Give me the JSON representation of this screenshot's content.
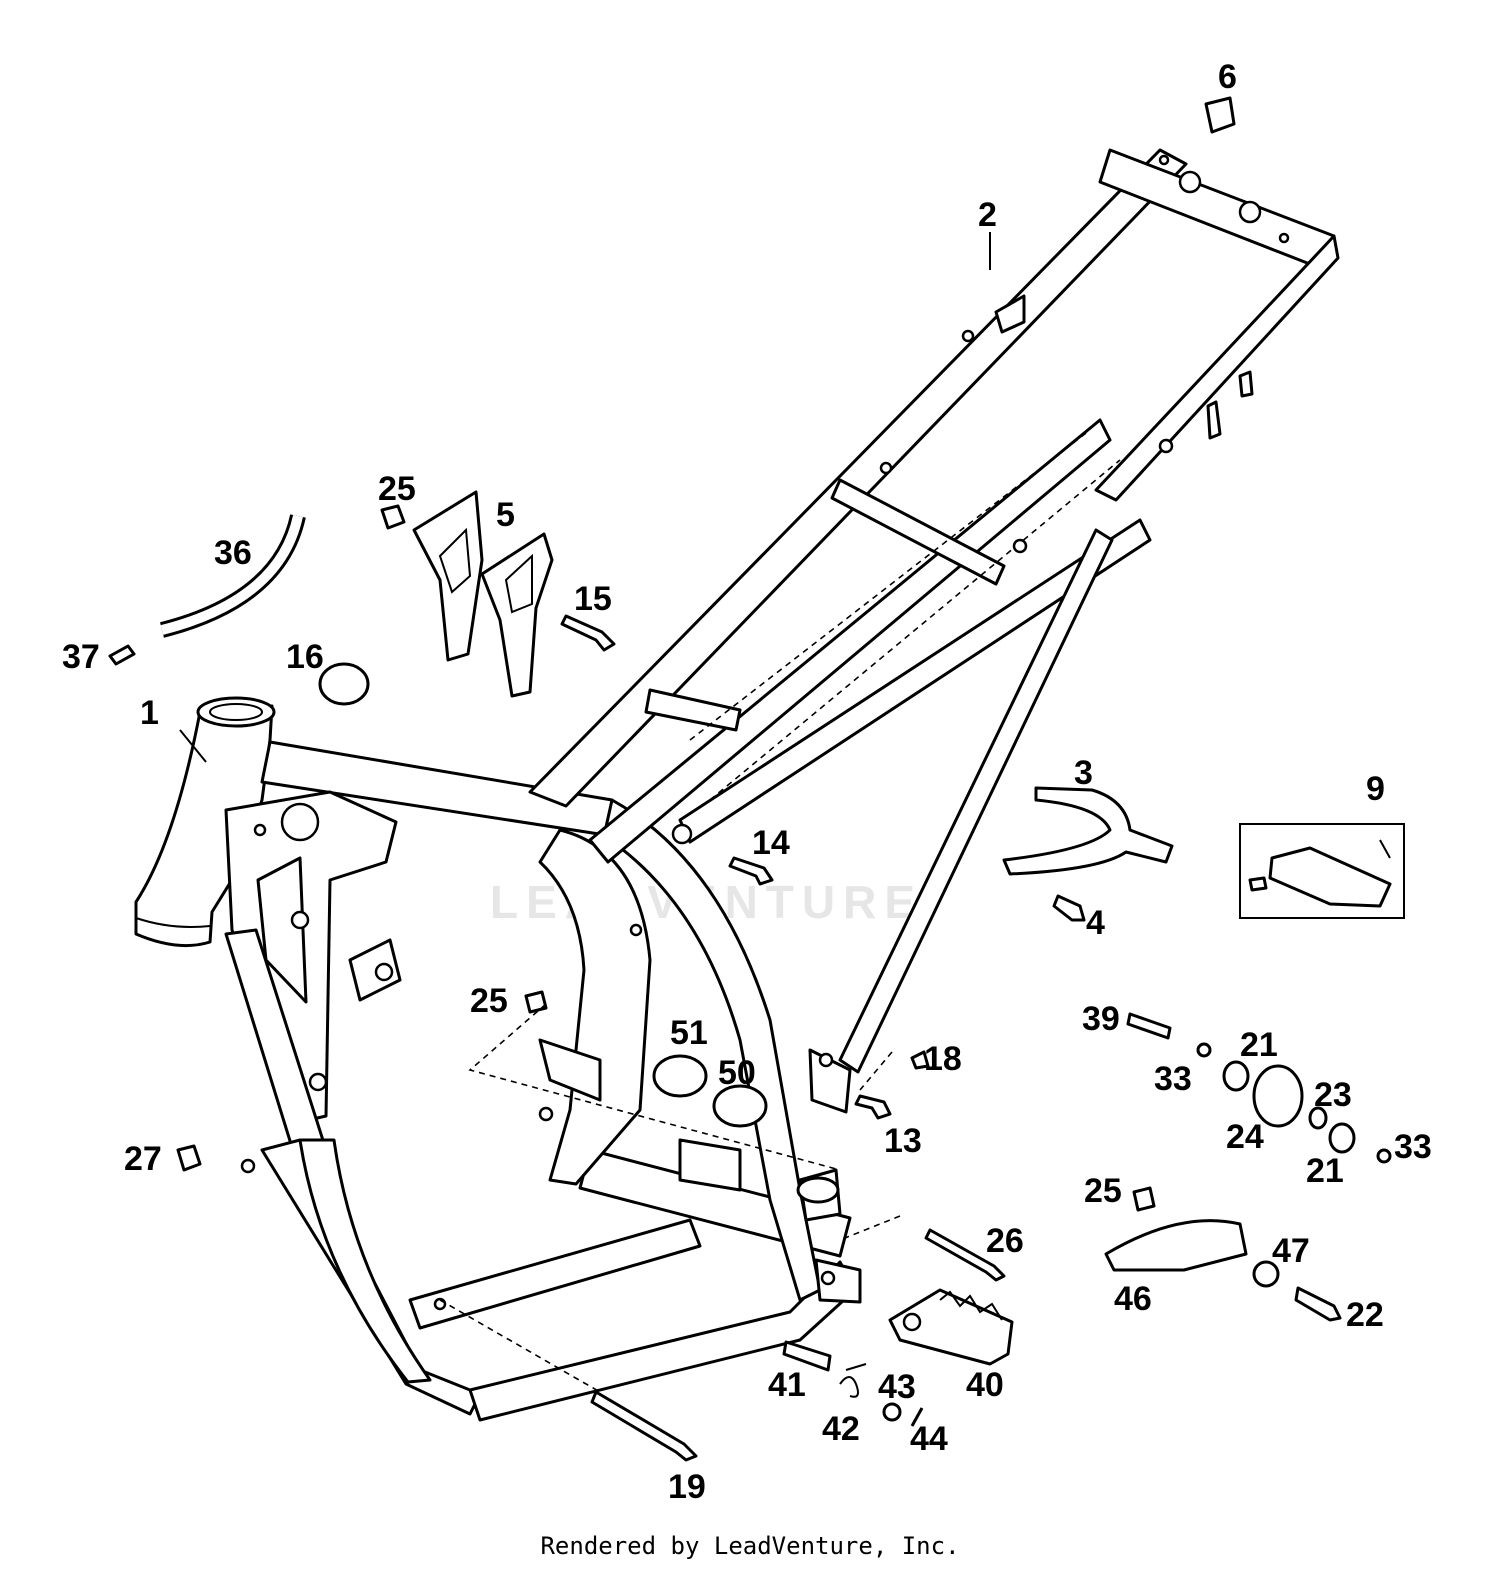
{
  "watermark": "LEADVENTURE",
  "callouts": [
    {
      "id": "1",
      "label": "1"
    },
    {
      "id": "2",
      "label": "2"
    },
    {
      "id": "3",
      "label": "3"
    },
    {
      "id": "4",
      "label": "4"
    },
    {
      "id": "5",
      "label": "5"
    },
    {
      "id": "6",
      "label": "6"
    },
    {
      "id": "9",
      "label": "9"
    },
    {
      "id": "13",
      "label": "13"
    },
    {
      "id": "14",
      "label": "14"
    },
    {
      "id": "15",
      "label": "15"
    },
    {
      "id": "16",
      "label": "16"
    },
    {
      "id": "18",
      "label": "18"
    },
    {
      "id": "19",
      "label": "19"
    },
    {
      "id": "21a",
      "label": "21"
    },
    {
      "id": "21b",
      "label": "21"
    },
    {
      "id": "22",
      "label": "22"
    },
    {
      "id": "23",
      "label": "23"
    },
    {
      "id": "24",
      "label": "24"
    },
    {
      "id": "25a",
      "label": "25"
    },
    {
      "id": "25b",
      "label": "25"
    },
    {
      "id": "25c",
      "label": "25"
    },
    {
      "id": "26",
      "label": "26"
    },
    {
      "id": "27",
      "label": "27"
    },
    {
      "id": "33a",
      "label": "33"
    },
    {
      "id": "33b",
      "label": "33"
    },
    {
      "id": "36",
      "label": "36"
    },
    {
      "id": "37",
      "label": "37"
    },
    {
      "id": "39",
      "label": "39"
    },
    {
      "id": "40",
      "label": "40"
    },
    {
      "id": "41",
      "label": "41"
    },
    {
      "id": "42",
      "label": "42"
    },
    {
      "id": "43",
      "label": "43"
    },
    {
      "id": "44",
      "label": "44"
    },
    {
      "id": "46",
      "label": "46"
    },
    {
      "id": "47",
      "label": "47"
    },
    {
      "id": "50",
      "label": "50"
    },
    {
      "id": "51",
      "label": "51"
    }
  ],
  "footer": "Rendered by LeadVenture, Inc."
}
